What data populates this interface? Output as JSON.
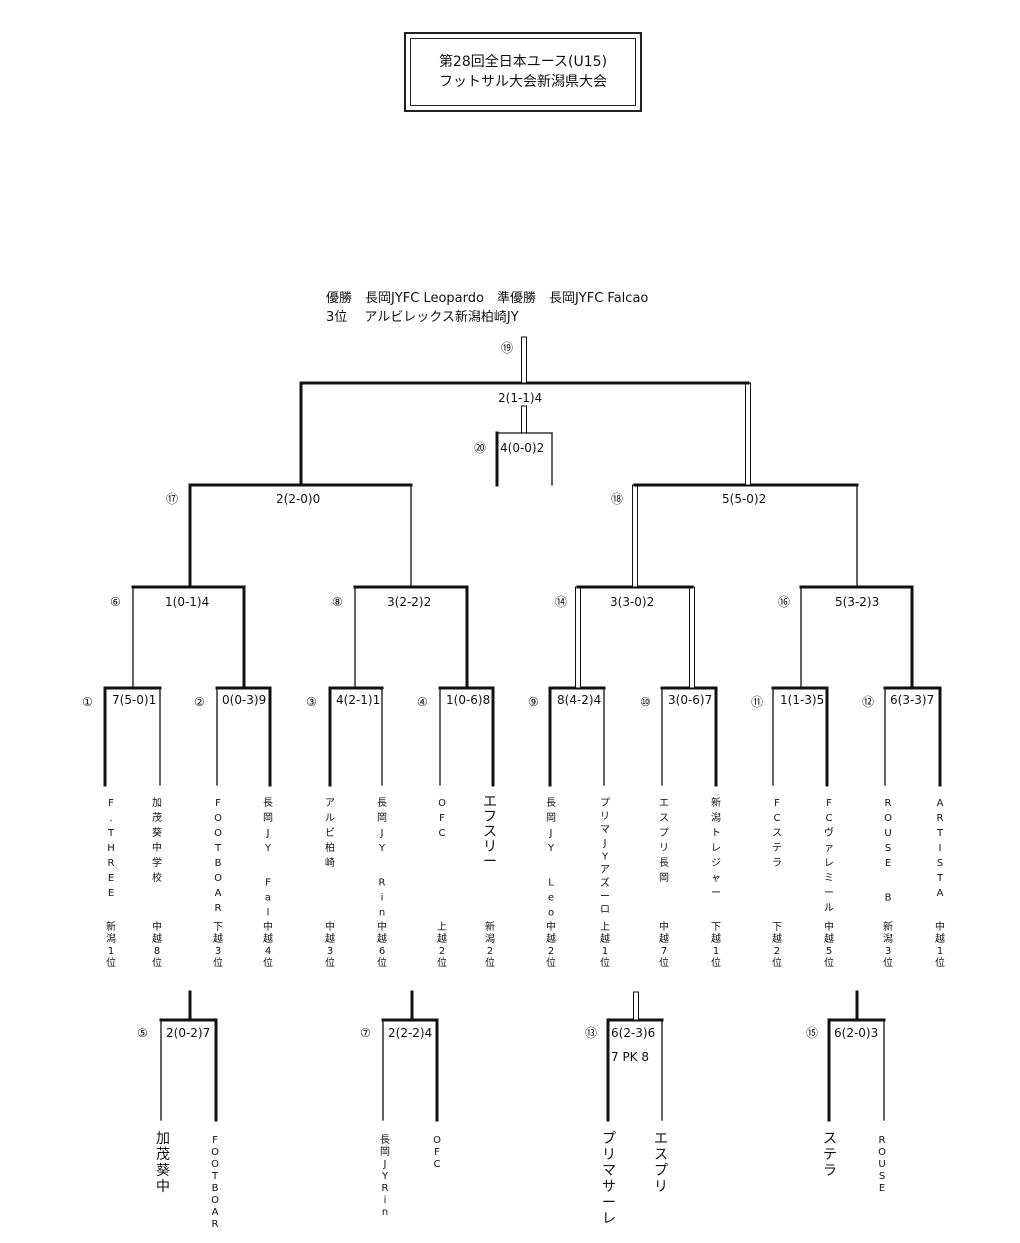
{
  "title": {
    "line1": "第28回全日本ユース(U15)",
    "line2": "フットサル大会新潟県大会"
  },
  "results": {
    "line1": "優勝　長岡JYFC Leopardo　準優勝　長岡JYFC Falcao",
    "line2": "3位　 アルビレックス新潟柏崎JY"
  },
  "matches": [
    {
      "no": "①",
      "score": "7(5-0)1"
    },
    {
      "no": "②",
      "score": "0(0-3)9"
    },
    {
      "no": "③",
      "score": "4(2-1)1"
    },
    {
      "no": "④",
      "score": "1(0-6)8"
    },
    {
      "no": "⑨",
      "score": "8(4-2)4"
    },
    {
      "no": "⑩",
      "score": "3(0-6)7"
    },
    {
      "no": "⑪",
      "score": "1(1-3)5"
    },
    {
      "no": "⑫",
      "score": "6(3-3)7"
    },
    {
      "no": "⑥",
      "score": "1(0-1)4"
    },
    {
      "no": "⑧",
      "score": "3(2-2)2"
    },
    {
      "no": "⑭",
      "score": "3(3-0)2"
    },
    {
      "no": "⑯",
      "score": "5(3-2)3"
    },
    {
      "no": "⑰",
      "score": "2(2-0)0"
    },
    {
      "no": "⑱",
      "score": "5(5-0)2"
    },
    {
      "no": "⑲",
      "score": "2(1-1)4"
    },
    {
      "no": "⑳",
      "score": "4(0-0)2"
    },
    {
      "no": "⑤",
      "score": "2(0-2)7"
    },
    {
      "no": "⑦",
      "score": "2(2-2)4"
    },
    {
      "no": "⑬",
      "score": "6(2-3)6",
      "extra": "7 PK 8"
    },
    {
      "no": "⑮",
      "score": "6(2-0)3"
    }
  ],
  "teams": [
    {
      "name": "F.THREE",
      "rank": "新潟1位"
    },
    {
      "name": "加茂葵中学校",
      "rank": "中越8位"
    },
    {
      "name": "FOOTBOAR",
      "rank": "下越3位"
    },
    {
      "name": "長岡JY Fal",
      "rank": "中越4位"
    },
    {
      "name": "アルビ柏崎",
      "rank": "中越3位"
    },
    {
      "name": "長岡JY Rin",
      "rank": "中越6位"
    },
    {
      "name": "OFC",
      "rank": "上越2位"
    },
    {
      "name": "エフスリー",
      "rank": "新潟2位"
    },
    {
      "name": "長岡JY Leo",
      "rank": "中越2位"
    },
    {
      "name": "プリマJYアズーロ",
      "rank": "上越1位"
    },
    {
      "name": "エスプリ長岡",
      "rank": "中越7位"
    },
    {
      "name": "新潟トレジャー",
      "rank": "下越1位"
    },
    {
      "name": "FCステラ",
      "rank": "下越2位"
    },
    {
      "name": "FCヴァレミール",
      "rank": "中越5位"
    },
    {
      "name": "ROUSE B",
      "rank": "新潟3位"
    },
    {
      "name": "ARTISTA",
      "rank": "中越1位"
    }
  ],
  "consolation_teams": [
    {
      "name": "加茂葵中"
    },
    {
      "name": "FOOTBOAR"
    },
    {
      "name": "長岡JYRin"
    },
    {
      "name": "OFC"
    },
    {
      "name": "プリマサーレ"
    },
    {
      "name": "エスプリ"
    },
    {
      "name": "ステラ"
    },
    {
      "name": "ROUSE"
    }
  ]
}
